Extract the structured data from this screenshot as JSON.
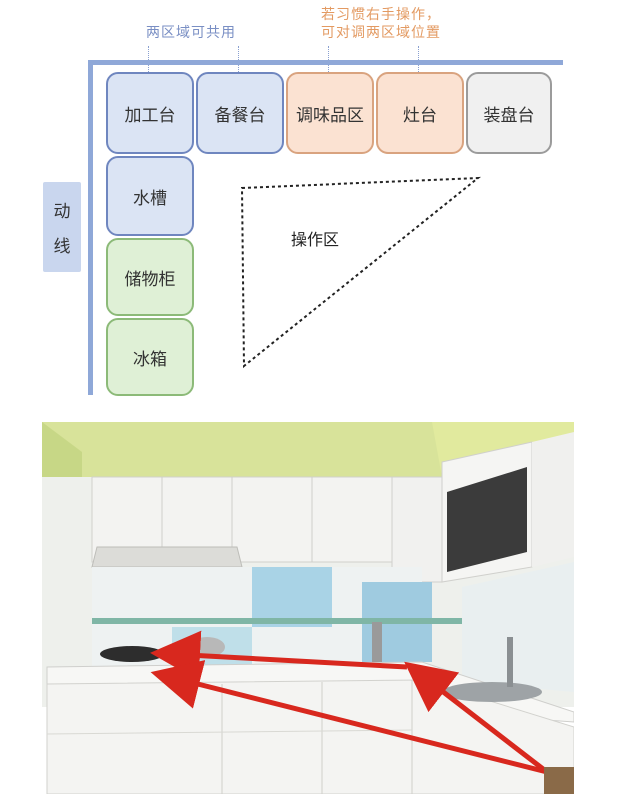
{
  "notes": {
    "shared": "两区域可共用",
    "adjust_line1": "若习惯右手操作，",
    "adjust_line2": "可对调两区域位置"
  },
  "flow_label": {
    "char1": "动",
    "char2": "线"
  },
  "stations": [
    {
      "label": "加工台",
      "color": "blue"
    },
    {
      "label": "备餐台",
      "color": "blue"
    },
    {
      "label": "调味品区",
      "color": "orange"
    },
    {
      "label": "灶台",
      "color": "orange"
    },
    {
      "label": "装盘台",
      "color": "gray"
    },
    {
      "label": "水槽",
      "color": "blue"
    },
    {
      "label": "储物柜",
      "color": "green"
    },
    {
      "label": "冰箱",
      "color": "green"
    }
  ],
  "work_triangle": {
    "label": "操作区"
  },
  "colors": {
    "blue_fill": "#dbe4f4",
    "orange_fill": "#fbe2d2",
    "gray_fill": "#f0f0f0",
    "green_fill": "#dff0d6",
    "flow_line": "#8fa8d8",
    "arrow_red": "#d8281e"
  }
}
